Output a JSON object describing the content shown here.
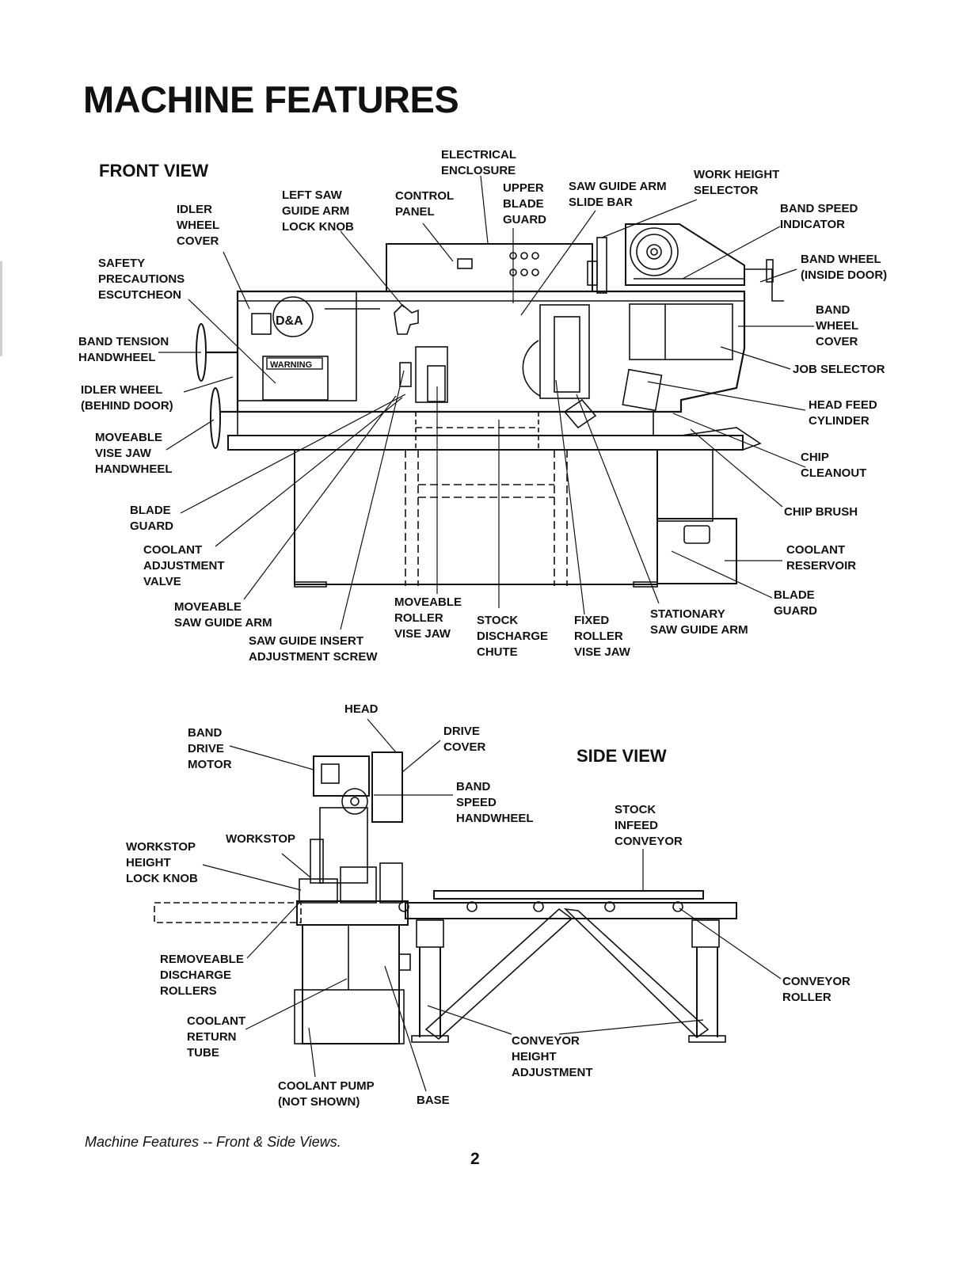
{
  "page": {
    "title": "MACHINE FEATURES",
    "caption": "Machine Features -- Front & Side Views.",
    "page_number": "2"
  },
  "front_view": {
    "heading": "FRONT VIEW",
    "drawing_plates": {
      "warning_plate": "WARNING",
      "brand_logo": "D&A"
    },
    "labels": {
      "electrical_enclosure": "ELECTRICAL\nENCLOSURE",
      "upper_blade_guard": "UPPER\nBLADE\nGUARD",
      "saw_guide_arm_slide_bar": "SAW GUIDE ARM\nSLIDE BAR",
      "work_height_selector": "WORK HEIGHT\nSELECTOR",
      "band_speed_indicator": "BAND SPEED\nINDICATOR",
      "band_wheel_inside_door": "BAND WHEEL\n(INSIDE DOOR)",
      "band_wheel_cover": "BAND\nWHEEL\nCOVER",
      "job_selector": "JOB SELECTOR",
      "head_feed_cylinder": "HEAD FEED\nCYLINDER",
      "chip_cleanout": "CHIP\nCLEANOUT",
      "chip_brush": "CHIP BRUSH",
      "coolant_reservoir": "COOLANT\nRESERVOIR",
      "blade_guard_right": "BLADE\nGUARD",
      "stationary_saw_guide_arm": "STATIONARY\nSAW GUIDE ARM",
      "fixed_roller_vise_jaw": "FIXED\nROLLER\nVISE JAW",
      "stock_discharge_chute": "STOCK\nDISCHARGE\nCHUTE",
      "moveable_roller_vise_jaw": "MOVEABLE\nROLLER\nVISE JAW",
      "saw_guide_insert_adjustment_screw": "SAW GUIDE INSERT\nADJUSTMENT SCREW",
      "moveable_saw_guide_arm": "MOVEABLE\nSAW GUIDE ARM",
      "coolant_adjustment_valve": "COOLANT\nADJUSTMENT\nVALVE",
      "blade_guard_left": "BLADE\nGUARD",
      "moveable_vise_jaw_handwheel": "MOVEABLE\nVISE JAW\nHANDWHEEL",
      "idler_wheel_behind_door": "IDLER WHEEL\n(BEHIND DOOR)",
      "band_tension_handwheel": "BAND TENSION\nHANDWHEEL",
      "safety_precautions_escutcheon": "SAFETY\nPRECAUTIONS\nESCUTCHEON",
      "idler_wheel_cover": "IDLER\nWHEEL\nCOVER",
      "left_saw_guide_arm_lock_knob": "LEFT SAW\nGUIDE ARM\nLOCK KNOB",
      "control_panel": "CONTROL\nPANEL"
    }
  },
  "side_view": {
    "heading": "SIDE VIEW",
    "labels": {
      "head": "HEAD",
      "band_drive_motor": "BAND\nDRIVE\nMOTOR",
      "drive_cover": "DRIVE\nCOVER",
      "band_speed_handwheel": "BAND\nSPEED\nHANDWHEEL",
      "stock_infeed_conveyor": "STOCK\nINFEED\nCONVEYOR",
      "workstop": "WORKSTOP",
      "workstop_height_lock_knob": "WORKSTOP\nHEIGHT\nLOCK KNOB",
      "removeable_discharge_rollers": "REMOVEABLE\nDISCHARGE\nROLLERS",
      "coolant_return_tube": "COOLANT\nRETURN\nTUBE",
      "coolant_pump_not_shown": "COOLANT PUMP\n(NOT SHOWN)",
      "base": "BASE",
      "conveyor_height_adjustment": "CONVEYOR\nHEIGHT\nADJUSTMENT",
      "conveyor_roller": "CONVEYOR\nROLLER"
    }
  }
}
